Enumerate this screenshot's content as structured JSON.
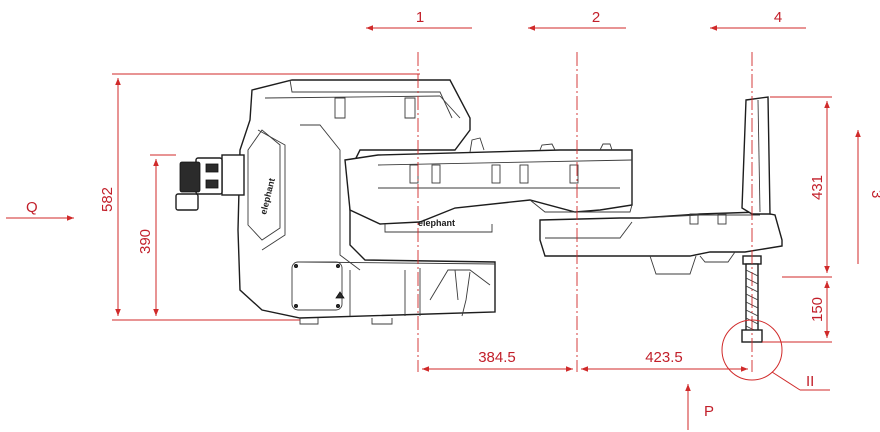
{
  "views": {
    "section_labels": [
      "1",
      "2",
      "4"
    ],
    "side_label": "3",
    "q_label": "Q",
    "p_label": "P",
    "detail_label": "II"
  },
  "dimensions": {
    "overall_height": "582",
    "mount_height": "390",
    "tool_height": "431",
    "stroke": "150",
    "arm1_length": "384.5",
    "arm2_length": "423.5"
  },
  "branding": {
    "logo_upper": "elephant",
    "logo_lower": "elephant"
  },
  "colors": {
    "dimension": "#d02a2a",
    "outline": "#1d1d1d"
  }
}
